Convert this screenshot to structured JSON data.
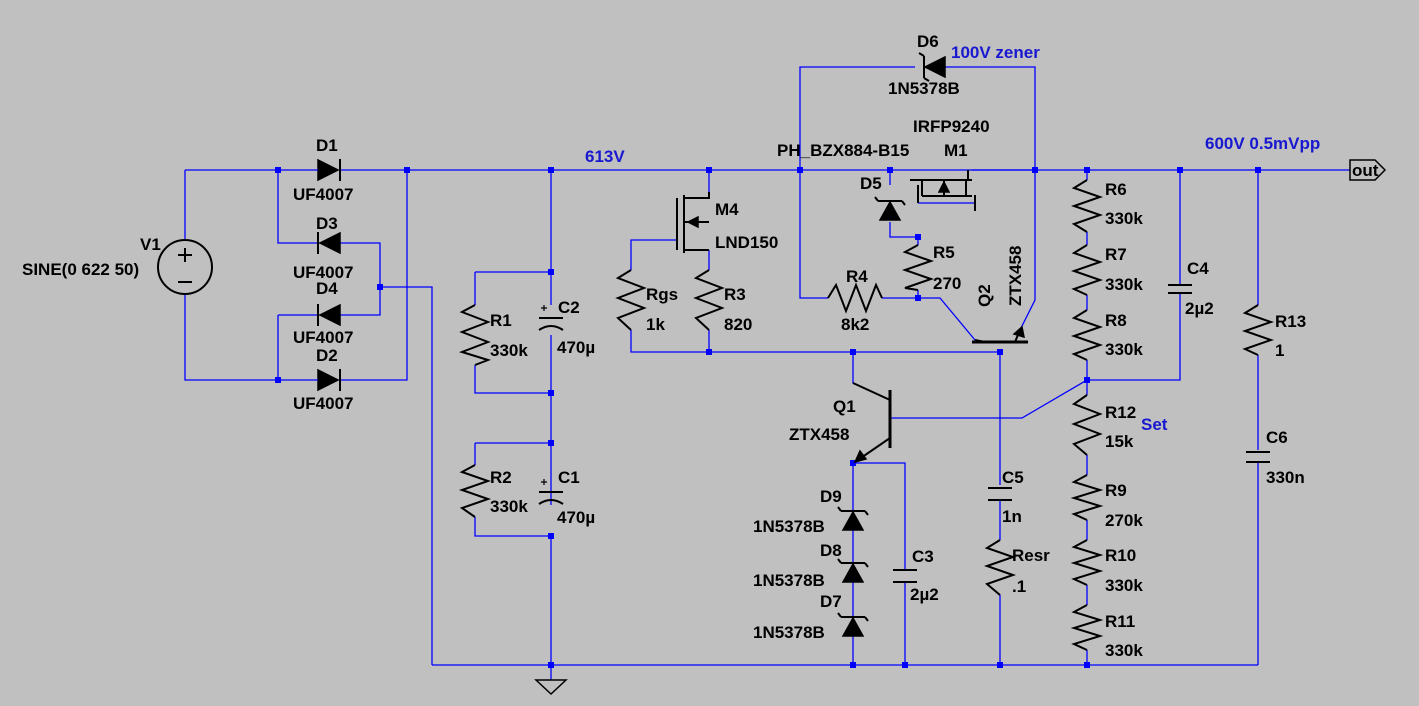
{
  "net_labels": {
    "v613": "613V",
    "zener_note": "100V zener",
    "out_note": "600V 0.5mVpp",
    "set": "Set",
    "out_port": "out"
  },
  "V1": {
    "ref": "V1",
    "value": "SINE(0 622 50)"
  },
  "D1": {
    "ref": "D1",
    "value": "UF4007"
  },
  "D2": {
    "ref": "D2",
    "value": "UF4007"
  },
  "D3": {
    "ref": "D3",
    "value": "UF4007"
  },
  "D4": {
    "ref": "D4",
    "value": "UF4007"
  },
  "D5": {
    "ref": "D5",
    "value": "PH_BZX884-B15"
  },
  "D6": {
    "ref": "D6",
    "value": "1N5378B"
  },
  "D7": {
    "ref": "D7",
    "value": "1N5378B"
  },
  "D8": {
    "ref": "D8",
    "value": "1N5378B"
  },
  "D9": {
    "ref": "D9",
    "value": "1N5378B"
  },
  "M1": {
    "ref": "M1",
    "value": "IRFP9240"
  },
  "M4": {
    "ref": "M4",
    "value": "LND150"
  },
  "Q1": {
    "ref": "Q1",
    "value": "ZTX458"
  },
  "Q2": {
    "ref": "Q2",
    "value": "ZTX458"
  },
  "R1": {
    "ref": "R1",
    "value": "330k"
  },
  "R2": {
    "ref": "R2",
    "value": "330k"
  },
  "R3": {
    "ref": "R3",
    "value": "820"
  },
  "R4": {
    "ref": "R4",
    "value": "8k2"
  },
  "R5": {
    "ref": "R5",
    "value": "270"
  },
  "R6": {
    "ref": "R6",
    "value": "330k"
  },
  "R7": {
    "ref": "R7",
    "value": "330k"
  },
  "R8": {
    "ref": "R8",
    "value": "330k"
  },
  "R9": {
    "ref": "R9",
    "value": "270k"
  },
  "R10": {
    "ref": "R10",
    "value": "330k"
  },
  "R11": {
    "ref": "R11",
    "value": "330k"
  },
  "R12": {
    "ref": "R12",
    "value": "15k"
  },
  "R13": {
    "ref": "R13",
    "value": "1"
  },
  "Rgs": {
    "ref": "Rgs",
    "value": "1k"
  },
  "Resr": {
    "ref": "Resr",
    "value": ".1"
  },
  "C1": {
    "ref": "C1",
    "value": "470µ"
  },
  "C2": {
    "ref": "C2",
    "value": "470µ"
  },
  "C3": {
    "ref": "C3",
    "value": "2µ2"
  },
  "C4": {
    "ref": "C4",
    "value": "2µ2"
  },
  "C5": {
    "ref": "C5",
    "value": "1n"
  },
  "C6": {
    "ref": "C6",
    "value": "330n"
  },
  "colors": {
    "background": "#c0c0c0",
    "wire": "#0000ff",
    "component": "#000000",
    "net_label": "#1818d0"
  }
}
